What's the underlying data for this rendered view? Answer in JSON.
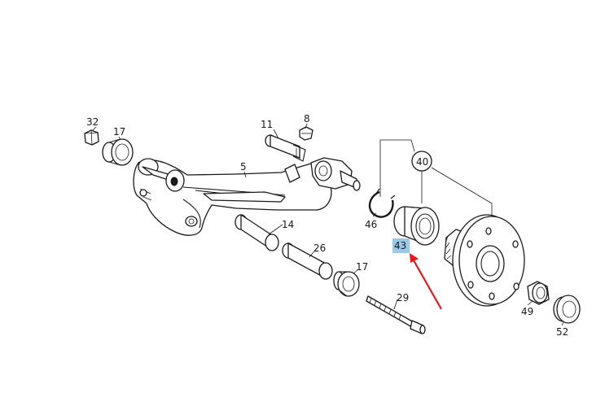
{
  "diagram": {
    "labels": {
      "p32": "32",
      "p17a": "17",
      "p11": "11",
      "p8": "8",
      "p5": "5",
      "p40": "40",
      "p46": "46",
      "p14": "14",
      "p43": "43",
      "p26": "26",
      "p17b": "17",
      "p29": "29",
      "p49": "49",
      "p52": "52"
    },
    "highlight": {
      "label": "43",
      "color": "#9ec9e6"
    },
    "arrow_color": "#e8191c"
  }
}
